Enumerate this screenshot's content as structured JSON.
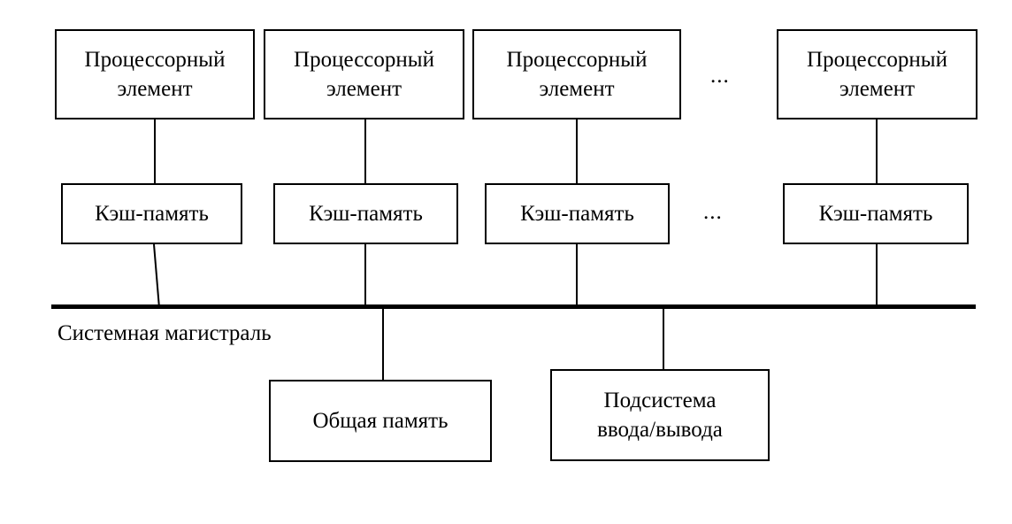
{
  "diagram": {
    "title_text": "Системная магистраль",
    "ellipsis_text": "...",
    "colors": {
      "stroke": "#000000",
      "background": "#ffffff",
      "text": "#000000"
    },
    "processor_elements": [
      {
        "label": "Процессорный\nэлемент"
      },
      {
        "label": "Процессорный\nэлемент"
      },
      {
        "label": "Процессорный\nэлемент"
      },
      {
        "label": "Процессорный\nэлемент"
      }
    ],
    "caches": [
      {
        "label": "Кэш-память"
      },
      {
        "label": "Кэш-память"
      },
      {
        "label": "Кэш-память"
      },
      {
        "label": "Кэш-память"
      }
    ],
    "bus_attachments": [
      {
        "label": "Общая память"
      },
      {
        "label": "Подсистема\nввода/вывода"
      }
    ]
  }
}
